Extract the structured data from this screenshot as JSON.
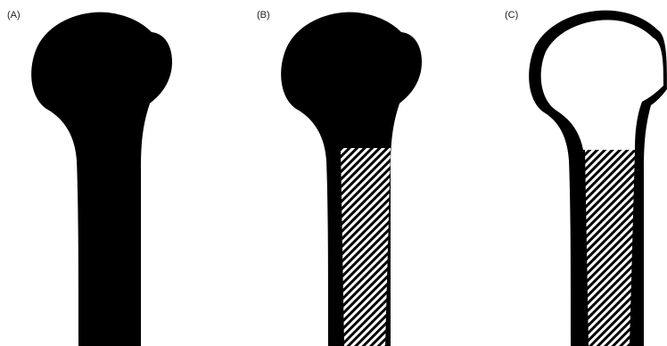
{
  "panels": [
    {
      "label": "(A)"
    },
    {
      "label": "(B)"
    },
    {
      "label": "(C)"
    }
  ],
  "colors": {
    "bone": "#000000",
    "hatch": "#ffffff",
    "background": "#ffffff"
  }
}
